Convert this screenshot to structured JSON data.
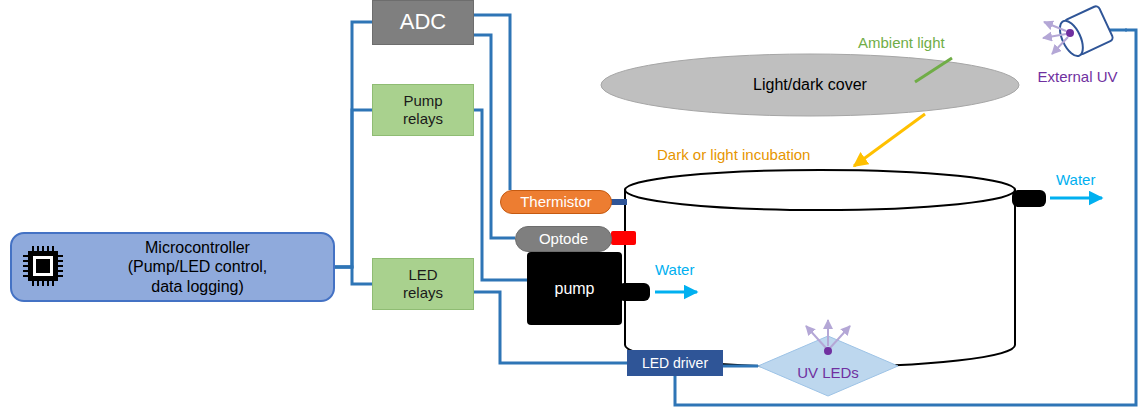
{
  "diagram": {
    "nodes": [
      {
        "text": [
          "Microcontroller (Pump/LED control, data logging)"
        ]
      },
      {
        "text": [
          "ADC"
        ]
      },
      {
        "text": [
          "Pump relays"
        ]
      },
      {
        "text": [
          "LED relays"
        ]
      },
      {
        "text": [
          "Thermistor"
        ]
      },
      {
        "text": [
          "Optode"
        ]
      },
      {
        "text": [
          "pump"
        ]
      },
      {
        "text": [
          "LED driver"
        ]
      },
      {
        "text": [
          "UV LEDs"
        ]
      },
      {
        "text": [
          "Light/dark cover"
        ]
      },
      {
        "text": [
          "External UV"
        ]
      }
    ],
    "edges": [
      {
        "from": 0,
        "to": 1,
        "arrow": "none"
      },
      {
        "from": 0,
        "to": 2,
        "arrow": "none"
      },
      {
        "from": 0,
        "to": 3,
        "arrow": "none"
      },
      {
        "from": 1,
        "to": 4,
        "arrow": "none"
      },
      {
        "from": 1,
        "to": 5,
        "arrow": "none"
      },
      {
        "from": 2,
        "to": 6,
        "arrow": "none"
      },
      {
        "from": 3,
        "to": 7,
        "arrow": "none"
      },
      {
        "from": 7,
        "to": 8,
        "arrow": "none"
      },
      {
        "from": 7,
        "to": 10,
        "arrow": "none"
      }
    ],
    "labels": [
      "Ambient light",
      "Dark or light incubation",
      "Water",
      "Water"
    ]
  }
}
